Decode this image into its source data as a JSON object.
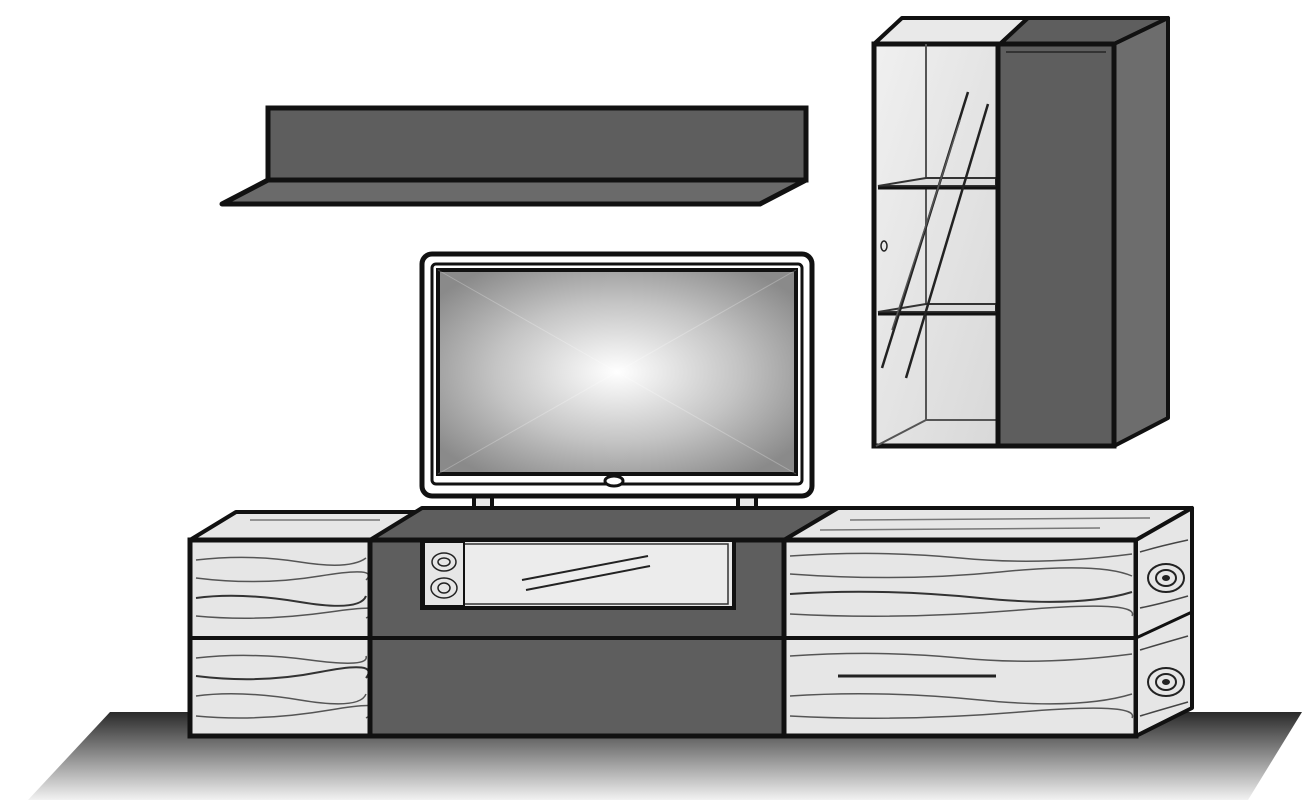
{
  "scene": {
    "subject": "furniture-wall-unit-line-drawing",
    "elements": [
      "floor",
      "wall-shelf",
      "tv",
      "wall-cabinet",
      "sideboard"
    ]
  },
  "colors": {
    "background": "#ffffff",
    "outline": "#111111",
    "panel_dark": "#5e5e5e",
    "panel_side": "#6d6d6d",
    "panel_light": "#e9e9e9",
    "wood_light": "#e6e6e6",
    "floor_dark": "#2a2a2a",
    "floor_light": "#f2f2f2",
    "screen_center": "#ffffff",
    "screen_edge": "#8f8f8f"
  }
}
